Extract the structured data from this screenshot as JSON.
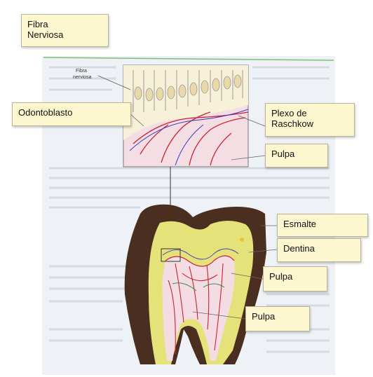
{
  "colors": {
    "label_fill": "#fdf7d0",
    "enamel": "#4a2e1f",
    "dentin": "#e6e27a",
    "pulp": "#f3dde2",
    "vessel": "#cc2233",
    "nerve": "#3a3abf"
  },
  "book_inset_labels": [
    "Fibra",
    "nerviosa"
  ],
  "labels": {
    "fibra_nerviosa": "Fibra\nNerviosa",
    "odontoblasto": "Odontoblasto",
    "plexo_raschkow": "Plexo de\nRaschkow",
    "pulpa_top": "Pulpa",
    "esmalte": "Esmalte",
    "dentina": "Dentina",
    "pulpa_mid": "Pulpa",
    "pulpa_bottom": "Pulpa"
  }
}
